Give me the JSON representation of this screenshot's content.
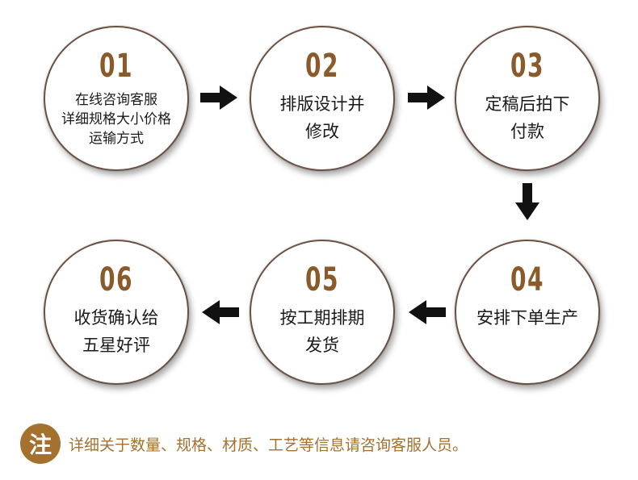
{
  "steps": [
    {
      "num": "01",
      "text": "在线咨询客服\n详细规格大小价格\n运输方式"
    },
    {
      "num": "02",
      "text": "排版设计并\n修改"
    },
    {
      "num": "03",
      "text": "定稿后拍下\n付款"
    },
    {
      "num": "04",
      "text": "安排下单生产"
    },
    {
      "num": "05",
      "text": "按工期排期\n发货"
    },
    {
      "num": "06",
      "text": "收货确认给\n五星好评"
    }
  ],
  "note": {
    "badge": "注",
    "text": "详细关于数量、规格、材质、工艺等信息请咨询客服人员。"
  },
  "colors": {
    "accent": "#8a5a2b",
    "note": "#a4712f",
    "arrow": "#111111"
  },
  "icons": [
    "arrow-right-icon",
    "arrow-down-icon",
    "arrow-left-icon"
  ]
}
